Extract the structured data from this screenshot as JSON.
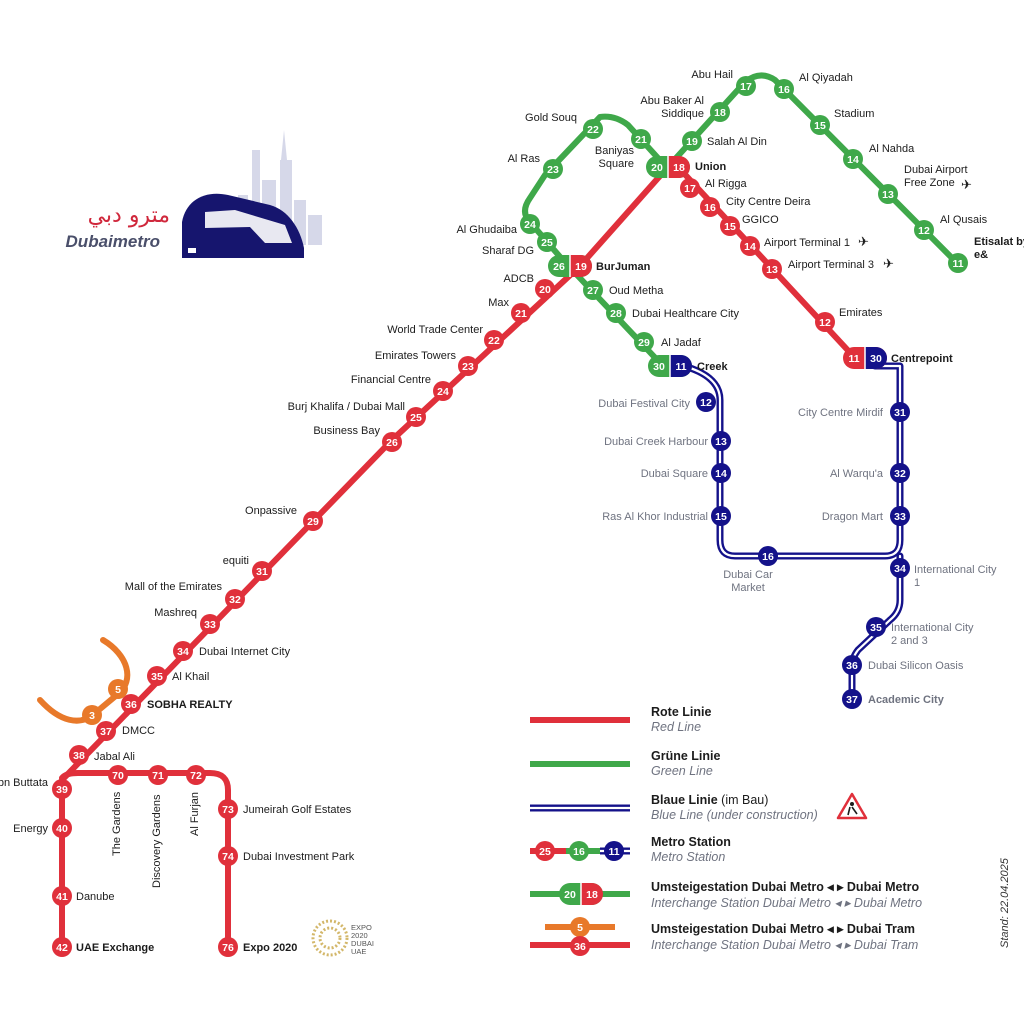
{
  "colors": {
    "red": "#e0303b",
    "green": "#3fa84a",
    "blue": "#14128a",
    "orange": "#e8792a",
    "text": "#1c1c1c",
    "muted": "#6f7380"
  },
  "logo": {
    "arabic": "مترو دبي",
    "english_a": "Dubai",
    "english_b": "metro",
    "icon": "metro-train-icon"
  },
  "stations": [
    {
      "num": "20",
      "name": "ADCB",
      "line": "red"
    },
    {
      "num": "21",
      "name": "Max",
      "line": "red"
    },
    {
      "num": "22",
      "name": "World Trade Center",
      "line": "red"
    },
    {
      "num": "23",
      "name": "Emirates Towers",
      "line": "red"
    },
    {
      "num": "24",
      "name": "Financial Centre",
      "line": "red"
    },
    {
      "num": "25",
      "name": "Burj Khalifa / Dubai Mall",
      "line": "red"
    },
    {
      "num": "26",
      "name": "Business Bay",
      "line": "red"
    },
    {
      "num": "29",
      "name": "Onpassive",
      "line": "red"
    },
    {
      "num": "31",
      "name": "equiti",
      "line": "red"
    },
    {
      "num": "32",
      "name": "Mall of the Emirates",
      "line": "red"
    },
    {
      "num": "33",
      "name": "Mashreq",
      "line": "red"
    },
    {
      "num": "34",
      "name": "Dubai Internet City",
      "line": "red"
    },
    {
      "num": "35",
      "name": "Al Khail",
      "line": "red"
    },
    {
      "num": "36",
      "name": "SOBHA REALTY",
      "line": "red"
    },
    {
      "num": "37",
      "name": "DMCC",
      "line": "red"
    },
    {
      "num": "38",
      "name": "Jabal Ali",
      "line": "red"
    },
    {
      "num": "39",
      "name": "Ibn Buttata",
      "line": "red"
    },
    {
      "num": "40",
      "name": "Energy",
      "line": "red"
    },
    {
      "num": "41",
      "name": "Danube",
      "line": "red"
    },
    {
      "num": "42",
      "name": "UAE Exchange",
      "line": "red"
    },
    {
      "num": "70",
      "name": "The Gardens",
      "line": "red"
    },
    {
      "num": "71",
      "name": "Discovery Gardens",
      "line": "red"
    },
    {
      "num": "72",
      "name": "Al Furjan",
      "line": "red"
    },
    {
      "num": "73",
      "name": "Jumeirah Golf Estates",
      "line": "red"
    },
    {
      "num": "74",
      "name": "Dubai Investment Park",
      "line": "red"
    },
    {
      "num": "76",
      "name": "Expo 2020",
      "line": "red"
    },
    {
      "num": "17",
      "name": "Al Rigga",
      "line": "red"
    },
    {
      "num": "16",
      "name": "City Centre Deira",
      "line": "red"
    },
    {
      "num": "15",
      "name": "GGICO",
      "line": "red"
    },
    {
      "num": "14",
      "name": "Airport Terminal 1",
      "line": "red"
    },
    {
      "num": "13",
      "name": "Airport Terminal 3",
      "line": "red"
    },
    {
      "num": "12",
      "name": "Emirates",
      "line": "red"
    },
    {
      "num": "21",
      "name": "Baniyas Square",
      "line": "green"
    },
    {
      "num": "22",
      "name": "Gold Souq",
      "line": "green"
    },
    {
      "num": "23",
      "name": "Al Ras",
      "line": "green"
    },
    {
      "num": "24",
      "name": "Al Ghudaiba",
      "line": "green"
    },
    {
      "num": "25",
      "name": "Sharaf DG",
      "line": "green"
    },
    {
      "num": "27",
      "name": "Oud Metha",
      "line": "green"
    },
    {
      "num": "28",
      "name": "Dubai Healthcare City",
      "line": "green"
    },
    {
      "num": "29",
      "name": "Al Jadaf",
      "line": "green"
    },
    {
      "num": "19",
      "name": "Salah Al Din",
      "line": "green"
    },
    {
      "num": "18",
      "name": "Abu Baker Al Siddique",
      "line": "green"
    },
    {
      "num": "17",
      "name": "Abu Hail",
      "line": "green"
    },
    {
      "num": "16",
      "name": "Al Qiyadah",
      "line": "green"
    },
    {
      "num": "15",
      "name": "Stadium",
      "line": "green"
    },
    {
      "num": "14",
      "name": "Al Nahda",
      "line": "green"
    },
    {
      "num": "13",
      "name": "Dubai Airport Free Zone",
      "line": "green"
    },
    {
      "num": "12",
      "name": "Al Qusais",
      "line": "green"
    },
    {
      "num": "11",
      "name": "Etisalat by e&",
      "line": "green"
    },
    {
      "num": "12",
      "name": "Dubai Festival City",
      "line": "blue"
    },
    {
      "num": "13",
      "name": "Dubai Creek Harbour",
      "line": "blue"
    },
    {
      "num": "14",
      "name": "Dubai Square",
      "line": "blue"
    },
    {
      "num": "15",
      "name": "Ras Al Khor Industrial",
      "line": "blue"
    },
    {
      "num": "16",
      "name": "Dubai Car Market",
      "line": "blue"
    },
    {
      "num": "31",
      "name": "City Centre Mirdif",
      "line": "blue"
    },
    {
      "num": "32",
      "name": "Al Warqu'a",
      "line": "blue"
    },
    {
      "num": "33",
      "name": "Dragon Mart",
      "line": "blue"
    },
    {
      "num": "34",
      "name": "International City 1",
      "line": "blue"
    },
    {
      "num": "35",
      "name": "International City 2 and 3",
      "line": "blue"
    },
    {
      "num": "36",
      "name": "Dubai Silicon Oasis",
      "line": "blue"
    },
    {
      "num": "37",
      "name": "Academic City",
      "line": "blue"
    }
  ],
  "interchanges": [
    {
      "name": "Union",
      "a": "20",
      "b": "18",
      "lines": "green-red"
    },
    {
      "name": "BurJuman",
      "a": "26",
      "b": "19",
      "lines": "green-red"
    },
    {
      "name": "Creek",
      "a": "30",
      "b": "11",
      "lines": "green-blue"
    },
    {
      "name": "Centrepoint",
      "a": "11",
      "b": "30",
      "lines": "red-blue"
    }
  ],
  "tram": [
    {
      "num": "5"
    },
    {
      "num": "3"
    }
  ],
  "expo_logo": {
    "lines": [
      "EXPO",
      "2020",
      "DUBAI",
      "UAE"
    ]
  },
  "legend": [
    {
      "title": "Rote Linie",
      "subtitle": "Red Line"
    },
    {
      "title": "Grüne Linie",
      "subtitle": "Green Line"
    },
    {
      "title": "Blaue Linie",
      "title_extra": "(im Bau)",
      "subtitle": "Blue Line (under construction)",
      "icon": "construction-warning-icon"
    },
    {
      "title": "Metro Station",
      "subtitle": "Metro Station",
      "nums": [
        "25",
        "16",
        "11"
      ]
    },
    {
      "title": "Umsteigestation Dubai Metro ◂ ▸ Dubai Metro",
      "subtitle": "Interchange Station Dubai Metro ◂ ▸ Dubai Metro",
      "nums": [
        "20",
        "18"
      ]
    },
    {
      "title": "Umsteigestation Dubai Metro ◂ ▸ Dubai Tram",
      "subtitle": "Interchange Station Dubai Metro ◂ ▸ Dubai Tram",
      "nums": [
        "5",
        "36"
      ]
    }
  ],
  "stand": "Stand: 22.04.2025"
}
